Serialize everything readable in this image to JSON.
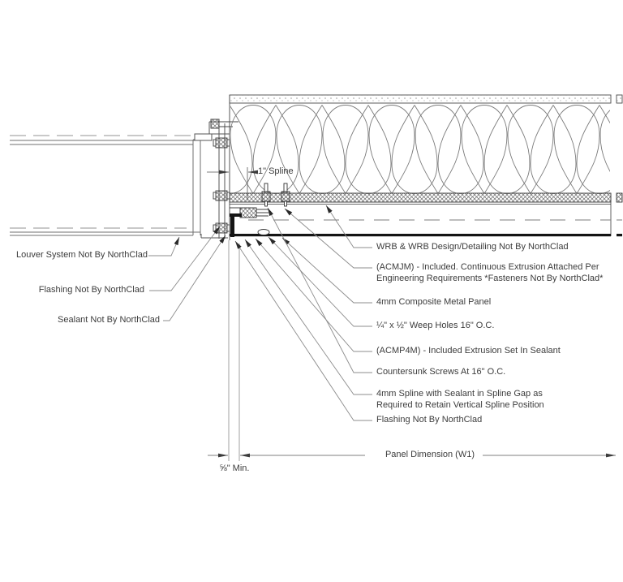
{
  "drawing": {
    "type": "architectural wall-section detail, louver to composite metal panel transition",
    "colors": {
      "background": "#ffffff",
      "line": "#555555",
      "thick_line": "#141414",
      "leader": "#8c8c8c",
      "text": "#3c3c3c"
    }
  },
  "callouts_left": [
    {
      "label": "Louver System Not By NorthClad"
    },
    {
      "label": "Flashing Not By NorthClad"
    },
    {
      "label": "Sealant Not By NorthClad"
    }
  ],
  "callouts_right": [
    {
      "label": "WRB & WRB Design/Detailing Not By NorthClad"
    },
    {
      "label": "(ACMJM) - Included. Continuous Extrusion Attached Per Engineering Requirements *Fasteners Not By NorthClad*"
    },
    {
      "label": "4mm Composite Metal Panel"
    },
    {
      "label": "¼\" x ½\" Weep Holes 16\" O.C."
    },
    {
      "label": "(ACMP4M) - Included Extrusion Set In Sealant"
    },
    {
      "label": "Countersunk Screws At 16\" O.C."
    },
    {
      "label": "4mm Spline with Sealant in Spline Gap as Required to Retain Vertical Spline Position"
    },
    {
      "label": "Flashing Not By NorthClad"
    }
  ],
  "dimensions": {
    "spline": "1\" Spline",
    "min_offset": "⅝\" Min.",
    "panel_width": "Panel Dimension (W1)"
  }
}
